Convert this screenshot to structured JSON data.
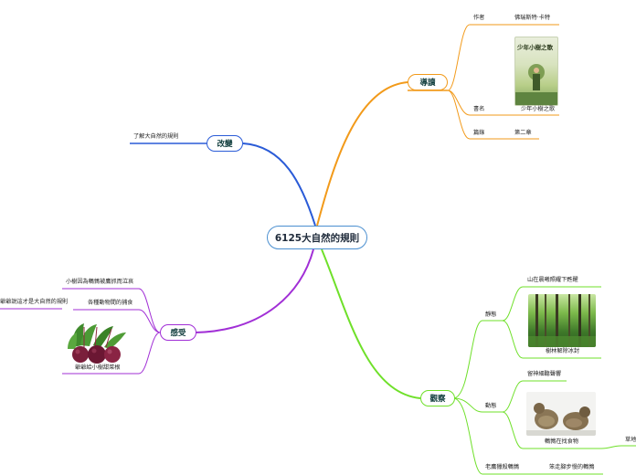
{
  "central": "6125大自然的規則",
  "branches": {
    "guide": {
      "label": "導讀",
      "color": "#f29a1a",
      "author_key": "作者",
      "author_value": "佛瑞斯特·卡特",
      "book_key": "書名",
      "book_value": "少年小樹之歌",
      "cover_title": "少年小樹之歌",
      "chapter_key": "篇錄",
      "chapter_value": "第二章"
    },
    "change": {
      "label": "改變",
      "color": "#2a5bd7",
      "item": "了解大自然的規則"
    },
    "feeling": {
      "label": "感受",
      "color": "#a12fd6",
      "item1": "小樹因為鵪鶉被鷹抓而泣哀",
      "item2": "各種動物間的捕食",
      "item3": "爺爺說這才是大自然的規則",
      "item4": "爺爺給小樹甜菜根"
    },
    "observe": {
      "label": "觀察",
      "color": "#6fe02a",
      "quiet_key": "靜態",
      "quiet_1": "山在晨曦照耀下甦醒",
      "quiet_2": "樹林解除冰封",
      "motion_key": "動態",
      "motion_1": "留神細聽聲響",
      "motion_2": "鵪鶉在找食物",
      "motion_3": "草地",
      "hawk_key": "老鷹獵殺鵪鶉",
      "hawk_value": "笨走腳步慢的鵪鶉"
    }
  }
}
